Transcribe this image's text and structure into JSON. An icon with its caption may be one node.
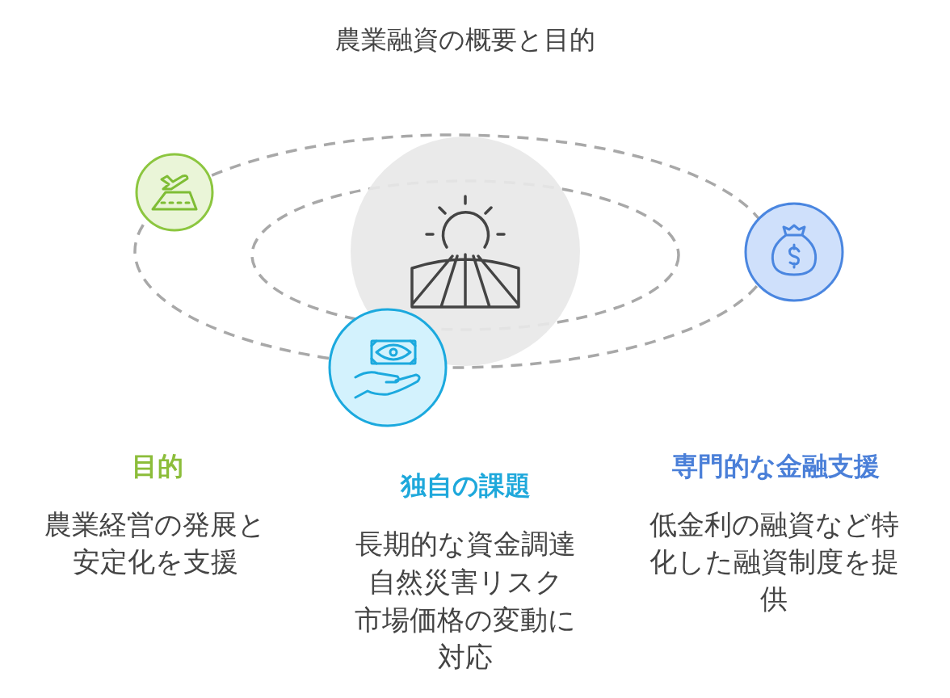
{
  "diagram": {
    "title": "農業融資の概要と目的",
    "labels": [
      "目的",
      "農業経営の発展と安定化を支援",
      "独自の課題",
      "長期的な資金調達",
      "自然災害リスク",
      "市場価格の変動に対応",
      "専門的な金融支援",
      "低金利の融資など特化した融資制度を提供"
    ]
  }
}
